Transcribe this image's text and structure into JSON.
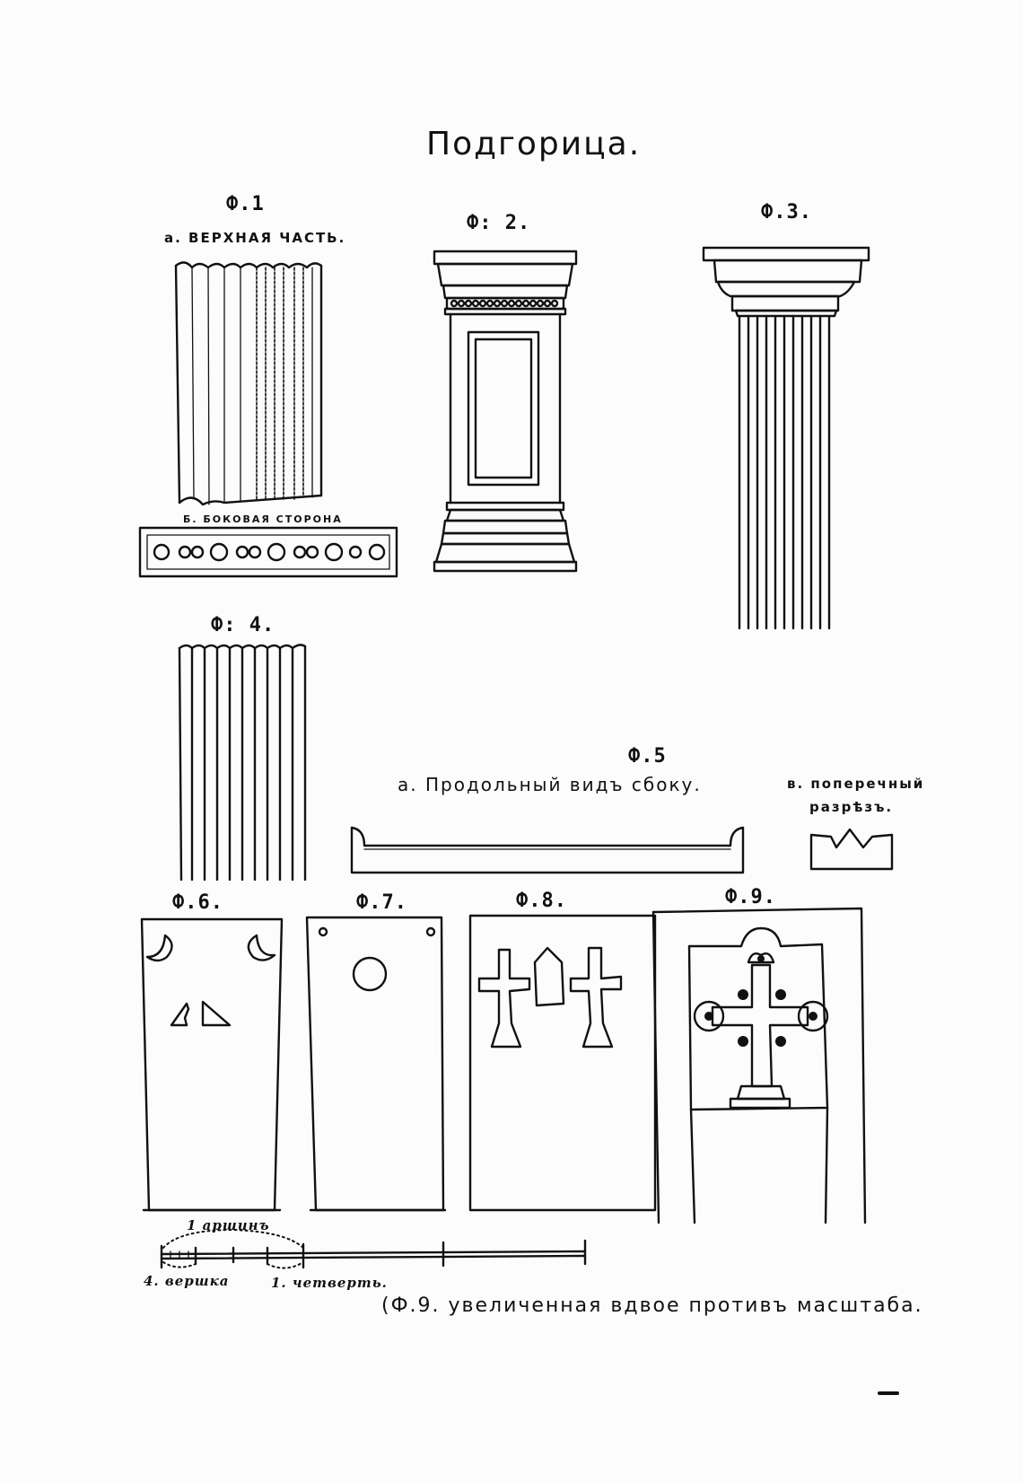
{
  "page": {
    "title": "Подгорица.",
    "figures": {
      "fig1": {
        "label": "Ф.1",
        "caption_a": "а. ВЕРХНАЯ ЧАСТЬ.",
        "caption_b": "Б. БОКОВАЯ СТОРОНА"
      },
      "fig2": {
        "label": "Ф: 2."
      },
      "fig3": {
        "label": "Ф.3."
      },
      "fig4": {
        "label": "Ф: 4."
      },
      "fig5": {
        "label": "Ф.5",
        "caption_a": "а. Продольный видъ сбоку.",
        "caption_b_line1": "в. поперечный",
        "caption_b_line2": "разрѣзъ."
      },
      "fig6": {
        "label": "Ф.6."
      },
      "fig7": {
        "label": "Ф.7."
      },
      "fig8": {
        "label": "Ф.8."
      },
      "fig9": {
        "label": "Ф.9."
      }
    },
    "scale_bar": {
      "label_arshin": "1 аршинъ",
      "label_vershok": "4. вершка",
      "label_chetvert": "1. четверть."
    },
    "footnote": "(Ф.9. увеличенная вдвое противъ масштаба."
  }
}
